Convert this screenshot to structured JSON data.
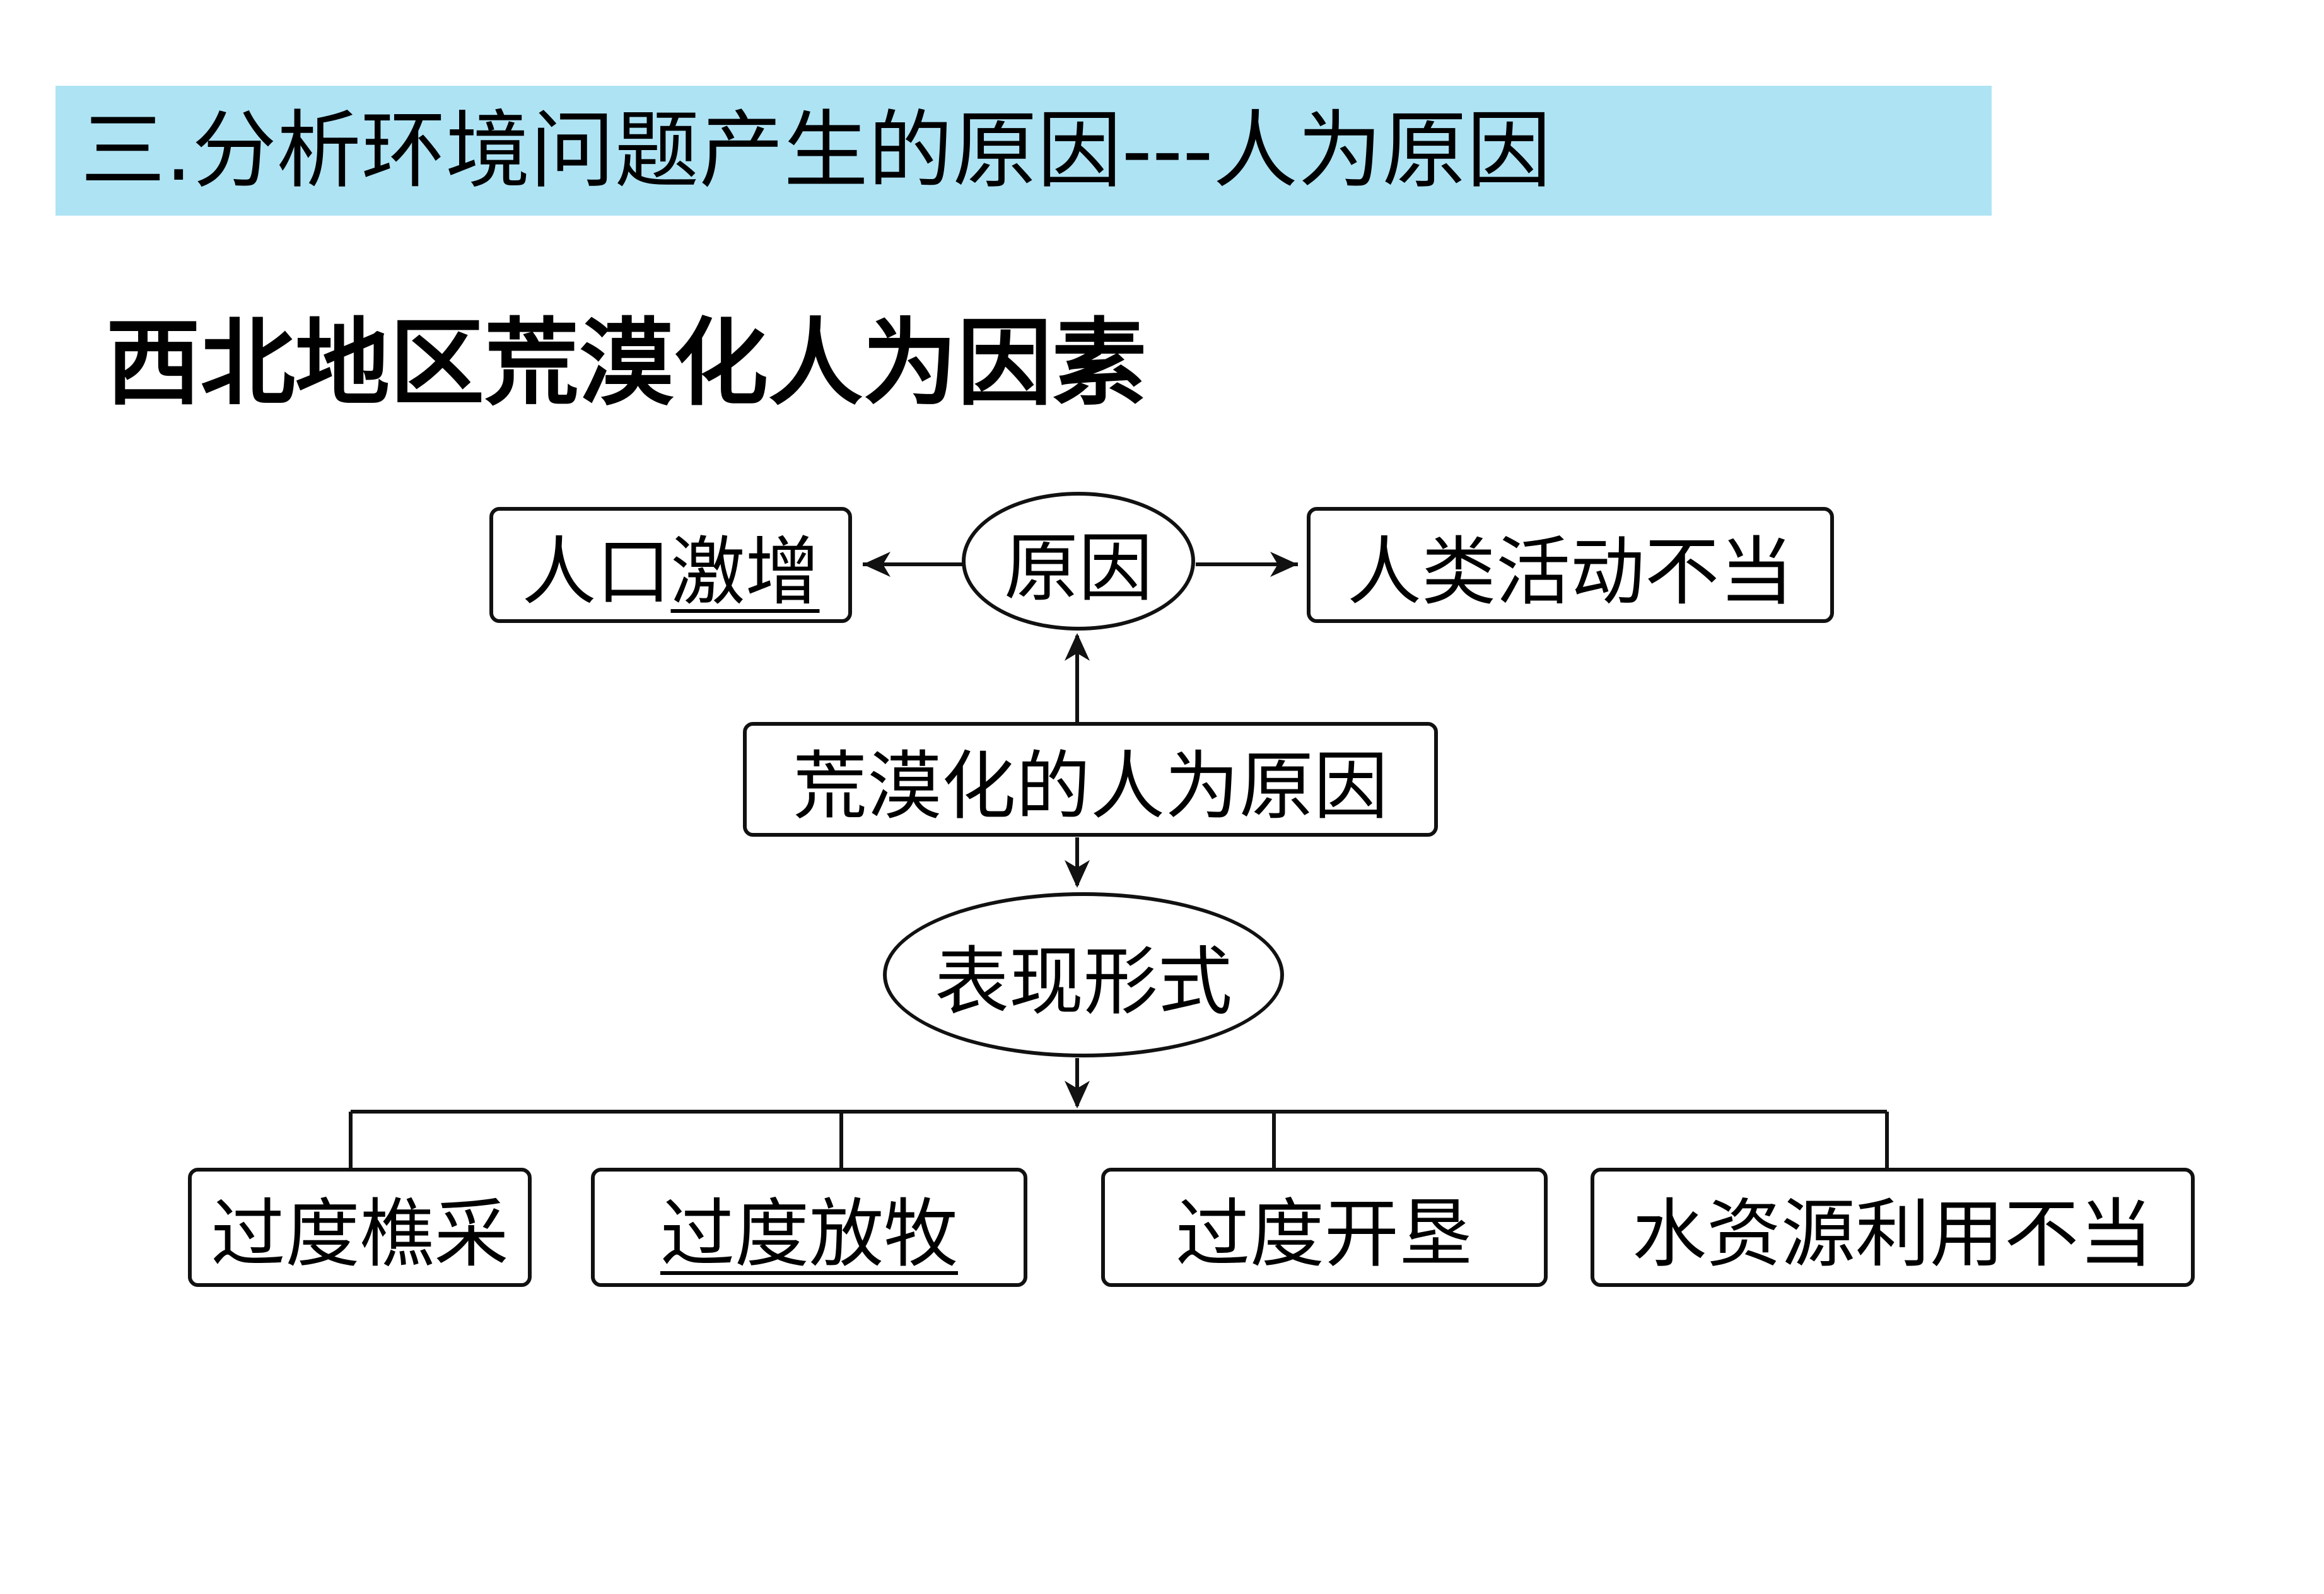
{
  "slide": {
    "title": "三.分析环境问题产生的原因---人为原因",
    "subtitle": "西北地区荒漠化人为因素"
  },
  "diagram": {
    "center": "原因",
    "left_prefix": "人口",
    "left_underlined": "激增",
    "right": "人类活动不当",
    "main": "荒漠化的人为原因",
    "forms": "表现形式",
    "leaves": [
      "过度樵采",
      "过度放牧",
      "过度开垦",
      "水资源利用不当"
    ]
  },
  "colors": {
    "title_bar": "#aee3f4",
    "lines": "#111111",
    "text": "#000000"
  }
}
